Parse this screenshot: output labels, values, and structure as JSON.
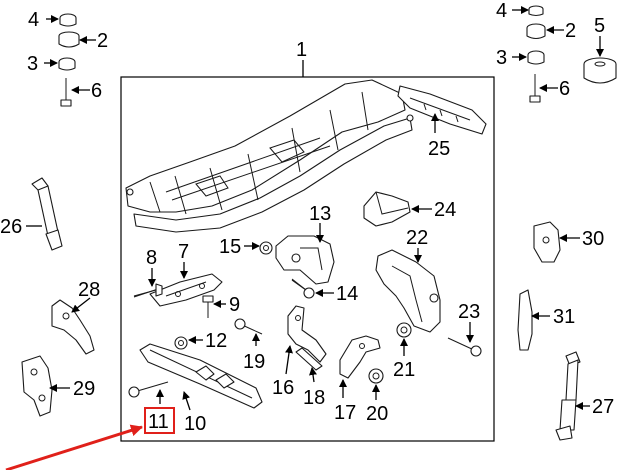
{
  "callouts": {
    "c1": "1",
    "c2a": "2",
    "c2b": "2",
    "c3a": "3",
    "c3b": "3",
    "c4a": "4",
    "c4b": "4",
    "c5": "5",
    "c6a": "6",
    "c6b": "6",
    "c7": "7",
    "c8": "8",
    "c9": "9",
    "c10": "10",
    "c11": "11",
    "c12": "12",
    "c13": "13",
    "c14": "14",
    "c15": "15",
    "c16": "16",
    "c17": "17",
    "c18": "18",
    "c19": "19",
    "c20": "20",
    "c21": "21",
    "c22": "22",
    "c23": "23",
    "c24": "24",
    "c25": "25",
    "c26": "26",
    "c27": "27",
    "c28": "28",
    "c29": "29",
    "c30": "30",
    "c31": "31"
  },
  "highlight": {
    "part": "11",
    "box_color": "#e0201a",
    "arrow_color": "#e0201a"
  }
}
